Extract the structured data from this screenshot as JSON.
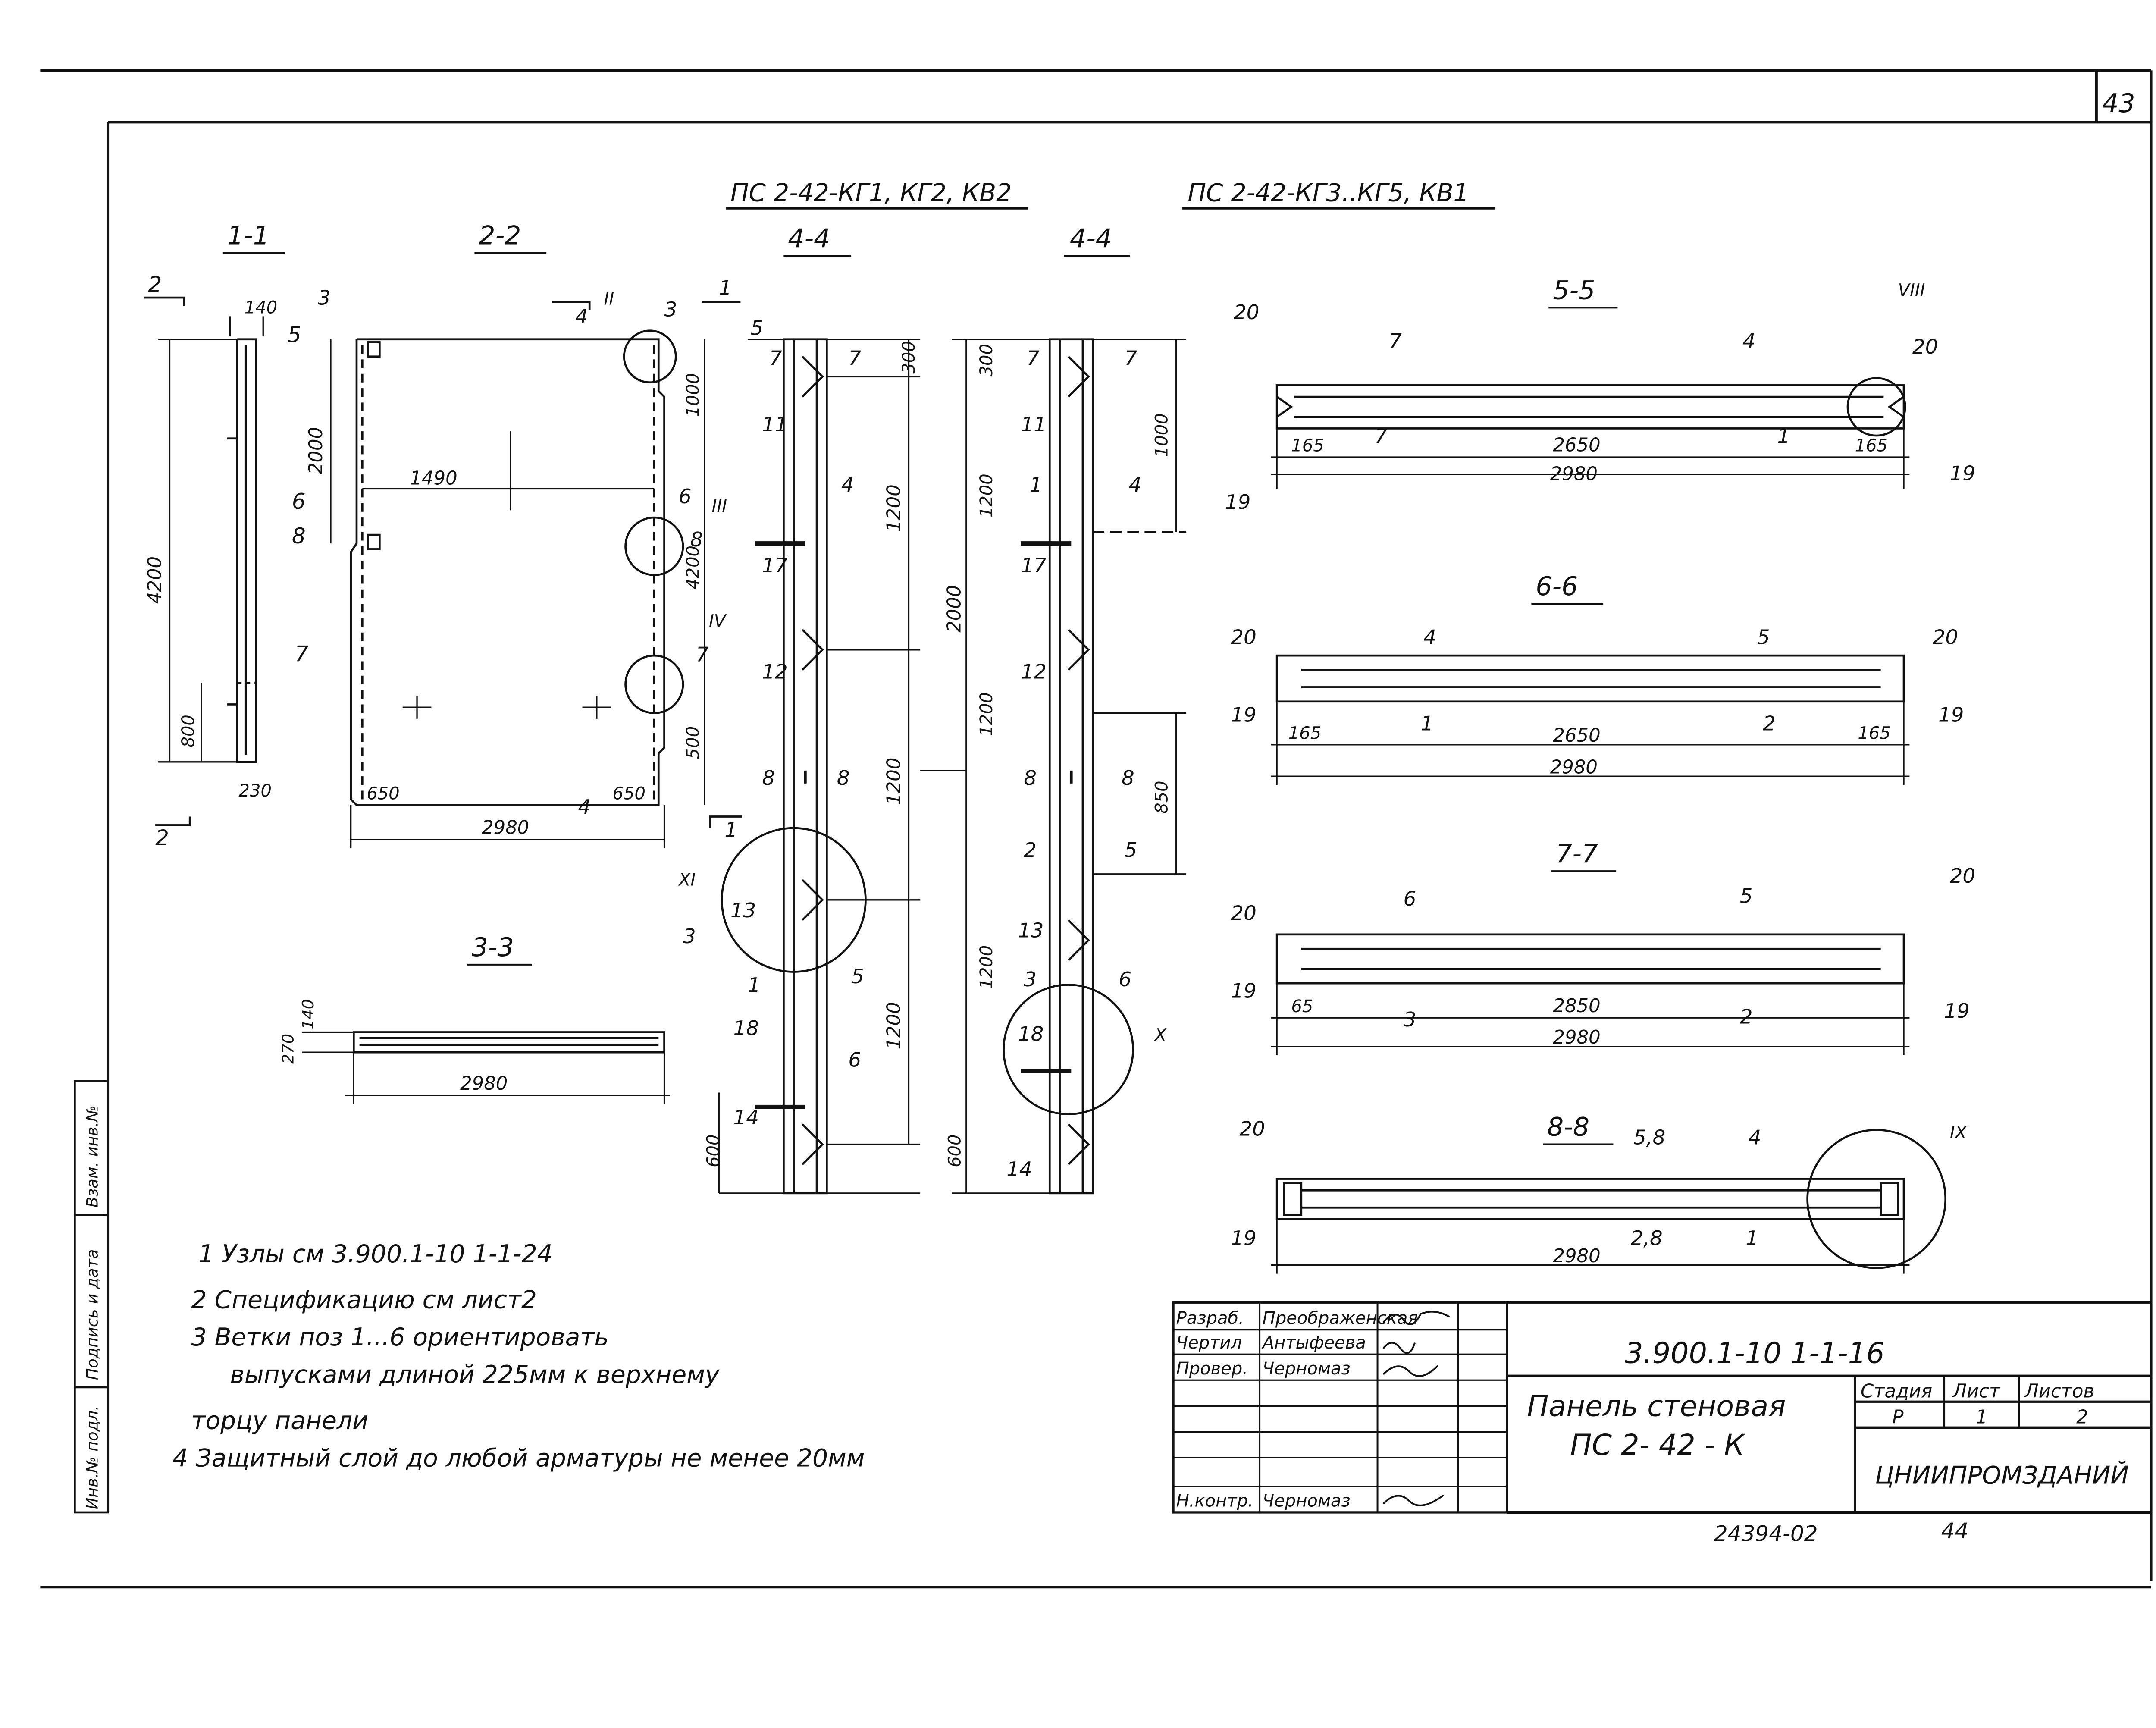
{
  "sheet": {
    "page_number_top": "43",
    "series_headers": [
      "ПС 2-42-КГ1, КГ2, КВ2",
      "ПС 2-42-КГ3..КГ5, КВ1"
    ],
    "archive_number": "24394-02",
    "archive_sheet": "44"
  },
  "sections": {
    "s11": "1-1",
    "s22": "2-2",
    "s33": "3-3",
    "s44a": "4-4",
    "s44b": "4-4",
    "s55": "5-5",
    "s66": "6-6",
    "s77": "7-7",
    "s88": "8-8"
  },
  "dims": {
    "d140": "140",
    "d4200": "4200",
    "d800": "800",
    "d230": "230",
    "d2000": "2000",
    "d1490": "1490",
    "d1000": "1000",
    "d500": "500",
    "d650a": "650",
    "d650b": "650",
    "d2980": "2980",
    "d300a": "300",
    "d1200a": "1200",
    "d1200b": "1200",
    "d1200c": "1200",
    "d600a": "600",
    "d300b": "300",
    "d1000b": "1000",
    "d1200d": "1200",
    "d2000b": "2000",
    "d1200e": "1200",
    "d850": "850",
    "d1200f": "1200",
    "d600b": "600",
    "d165a": "165",
    "d2650a": "2650",
    "d165b": "165",
    "d2980b": "2980",
    "d165c": "165",
    "d2650b": "2650",
    "d165d": "165",
    "d2980c": "2980",
    "d65": "65",
    "d2850": "2850",
    "d2980d": "2980",
    "d2980e": "2980",
    "d270": "270",
    "d140b": "140",
    "d2980f": "2980"
  },
  "nodes": [
    "II",
    "III",
    "IV",
    "XI",
    "X",
    "VIII",
    "IX"
  ],
  "notes": [
    "1  Узлы  см  3.900.1-10  1-1-24",
    "2  Спецификацию  см  лист2",
    "3  Ветки  поз 1...6  ориентировать",
    "выпусками  длиной  225мм  к  верхнему",
    "торцу  панели",
    "4  Защитный  слой до  любой  арматуры  не  менее 20мм"
  ],
  "side_stamp": [
    "Инв.№ подл.",
    "Подпись и дата",
    "Взам. инв.№"
  ],
  "title_block": {
    "code": "3.900.1-10  1-1-16",
    "title_line1": "Панель  стеновая",
    "title_line2": "ПС 2-  42 - К",
    "stage_label": "Стадия",
    "sheet_label": "Лист",
    "sheets_label": "Листов",
    "stage_value": "Р",
    "sheet_value": "1",
    "sheets_value": "2",
    "organization": "ЦНИИПРОМЗДАНИЙ",
    "roles": [
      "Разраб.",
      "Чертил",
      "Провер.",
      "",
      "",
      "Н.контр."
    ],
    "names": [
      "Преображенская",
      "Антыфеева",
      "Черномаз",
      "",
      "",
      "Черномаз"
    ]
  }
}
